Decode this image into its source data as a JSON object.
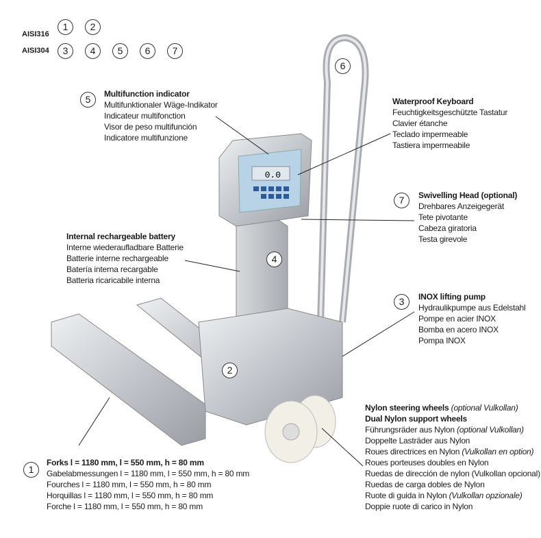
{
  "legend": {
    "aisi316": {
      "label": "AISI316",
      "numbers": [
        "1",
        "2"
      ]
    },
    "aisi304": {
      "label": "AISI304",
      "numbers": [
        "3",
        "4",
        "5",
        "6",
        "7"
      ]
    }
  },
  "indicator_display": {
    "reading": "0.0"
  },
  "callouts": {
    "indicator": {
      "number": "5",
      "title": "Multifunction indicator",
      "lines": [
        "Multifunktionaler Wäge-Indikator",
        "Indicateur multifonction",
        "Visor de peso multifunción",
        "Indicatore multifunzione"
      ]
    },
    "keyboard": {
      "title": "Waterproof Keyboard",
      "lines": [
        "Feuchtigkeitsgeschützte Tastatur",
        "Clavier étanche",
        "Teclado impermeable",
        "Tastiera impermeabile"
      ]
    },
    "head": {
      "number": "7",
      "title": "Swivelling Head (optional)",
      "lines": [
        "Drehbares Anzeigegerät",
        "Tete pivotante",
        "Cabeza giratoria",
        "Testa girevole"
      ]
    },
    "battery": {
      "title": "Internal rechargeable battery",
      "lines": [
        "Interne wiederaufladbare Batterie",
        "Batterie interne rechargeable",
        "Batería interna recargable",
        "Batteria ricaricabile interna"
      ]
    },
    "column": {
      "number": "4"
    },
    "handle": {
      "number": "6"
    },
    "frame": {
      "number": "2"
    },
    "pump": {
      "number": "3",
      "title": "INOX lifting pump",
      "lines": [
        "Hydraulikpumpe aus Edelstahl",
        "Pompe en acier INOX",
        "Bomba en acero INOX",
        "Pompa INOX"
      ]
    },
    "wheels": {
      "title1": "Nylon steering wheels",
      "title1_note": "(optional Vulkollan)",
      "title2": "Dual Nylon support wheels",
      "lines": [
        {
          "text": "Führungsräder aus Nylon",
          "note": "(optional Vulkollan)"
        },
        {
          "text": "Doppelte Lasträder aus Nylon",
          "note": ""
        },
        {
          "text": "Roues directrices en Nylon",
          "note": "(Vulkollan en option)"
        },
        {
          "text": "Roues porteuses doubles en Nylon",
          "note": ""
        },
        {
          "text": "Ruedas de dirección de nylon (Vulkollan opcional)",
          "note": ""
        },
        {
          "text": "Ruedas de carga dobles de Nylon",
          "note": ""
        },
        {
          "text": "Ruote di guida in Nylon",
          "note": "(Vulkollan opzionale)"
        },
        {
          "text": "Doppie ruote di carico in Nylon",
          "note": ""
        }
      ]
    },
    "forks": {
      "number": "1",
      "title": "Forks l = 1180 mm, l = 550 mm, h = 80 mm",
      "lines": [
        "Gabelabmessungen l = 1180 mm, l = 550 mm, h = 80 mm",
        "Fourches l = 1180 mm, l = 550 mm, h = 80 mm",
        "Horquillas l = 1180 mm, l = 550 mm, h = 80 mm",
        "Forche l = 1180 mm, l = 550 mm, h = 80 mm"
      ]
    }
  },
  "colors": {
    "steel": "#c9ccd0",
    "steel_dark": "#8d9196",
    "display": "#b9d3e6",
    "wheel": "#f2efe6"
  }
}
